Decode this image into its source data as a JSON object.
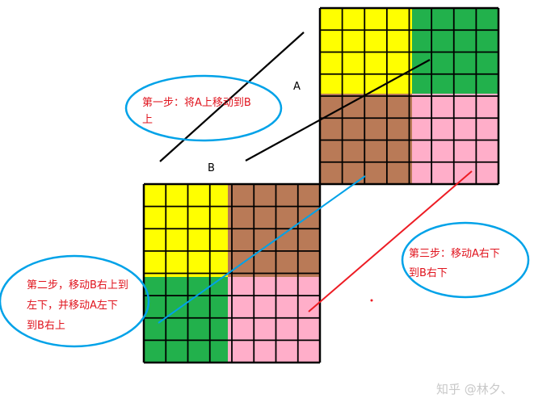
{
  "labels": {
    "a": "A",
    "b": "B"
  },
  "notes": {
    "step1": [
      "第一步：将A上移动到B",
      "上"
    ],
    "step2": [
      "第二步，移动B右上到",
      "左下，并移动A左下",
      "到B右上"
    ],
    "step3": [
      "第三步：移动A右下",
      "到B右下"
    ]
  },
  "watermark": "知乎 @林夕、",
  "colors": {
    "yellow": "#ffff00",
    "green": "#22b14c",
    "brown": "#b97a57",
    "pink": "#ffaec9",
    "ellipse": "#00a2e8",
    "red": "#ed1c24",
    "blue_line": "#00a2e8",
    "note_text": "#e0141e"
  },
  "grid_a": {
    "quadrants": {
      "top_left": "yellow",
      "top_right": "green",
      "bottom_left": "brown",
      "bottom_right": "pink"
    }
  },
  "grid_b": {
    "quadrants": {
      "top_left": "yellow",
      "top_right": "brown",
      "bottom_left": "green",
      "bottom_right": "pink"
    }
  }
}
